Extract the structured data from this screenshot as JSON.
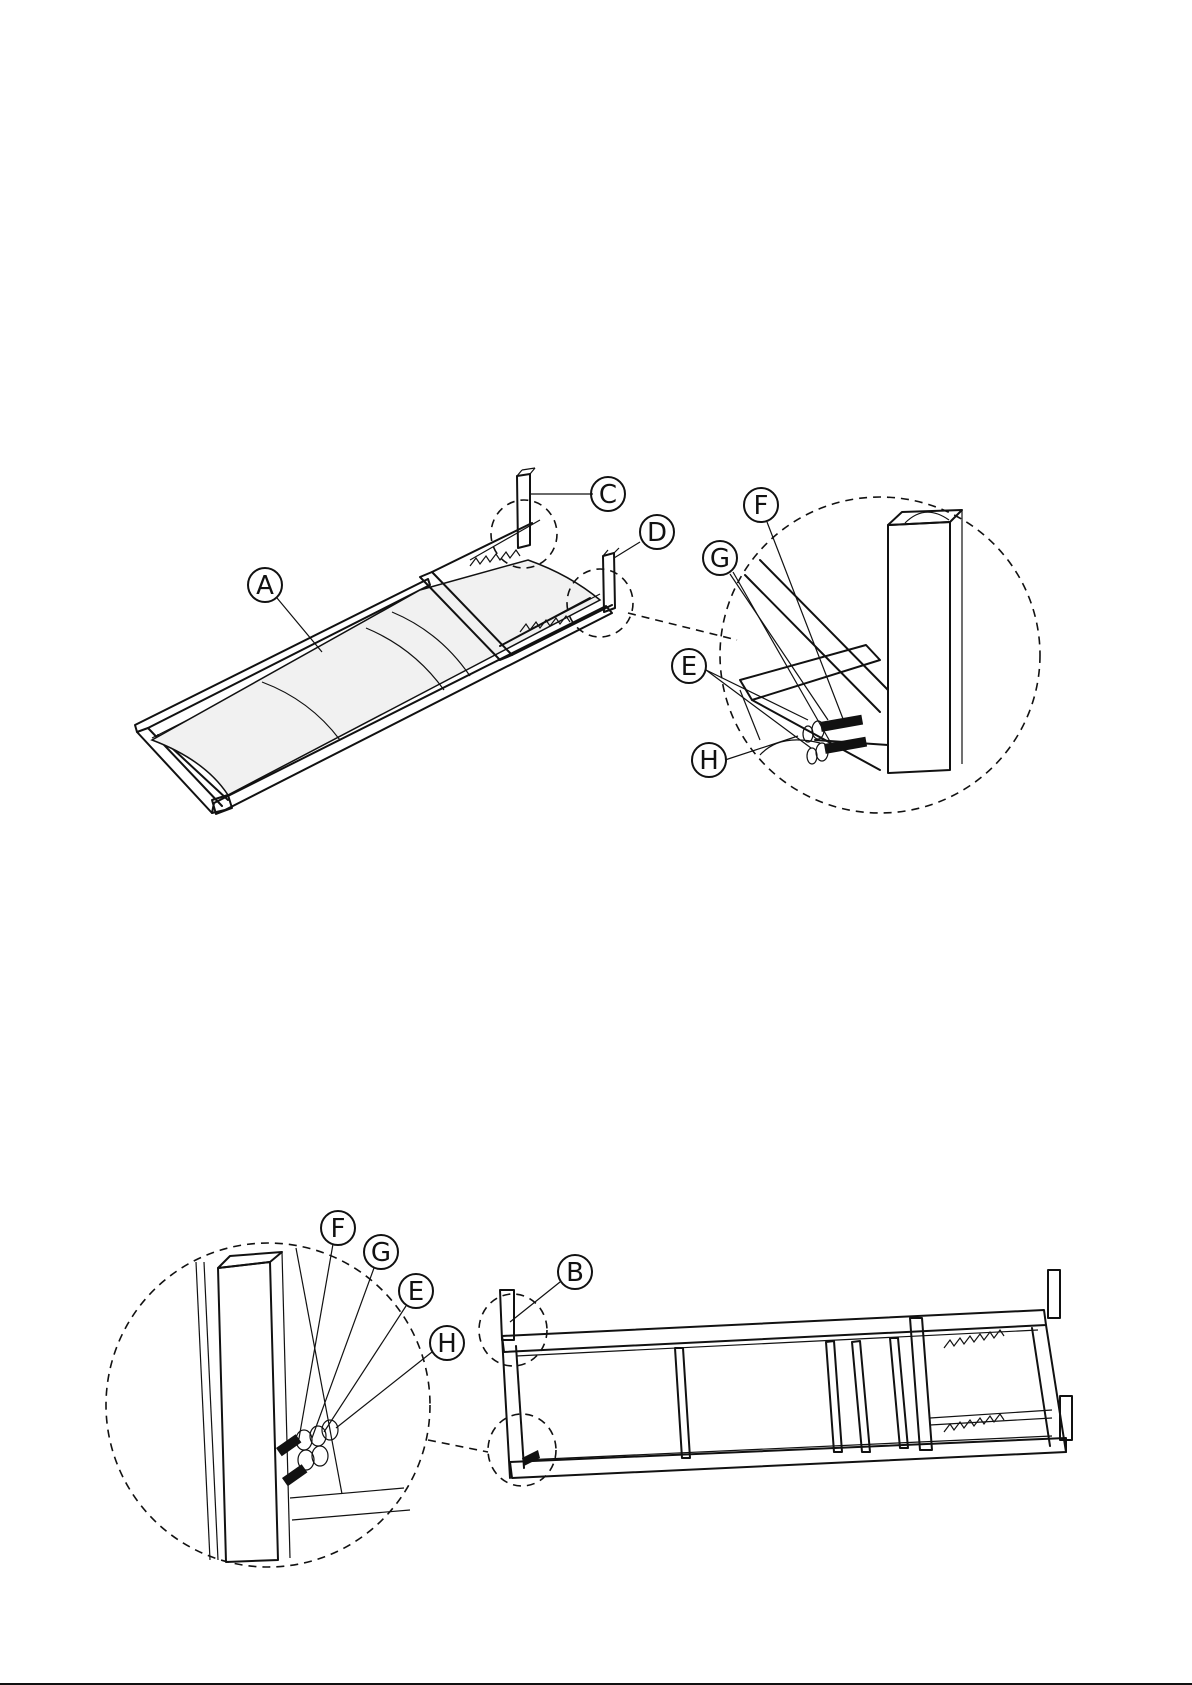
{
  "callouts": {
    "top": {
      "a": "A",
      "c": "C",
      "d": "D",
      "e": "E",
      "f": "F",
      "g": "G",
      "h": "H"
    },
    "bottom": {
      "b": "B",
      "e": "E",
      "f": "F",
      "g": "G",
      "h": "H"
    }
  },
  "colors": {
    "ink": "#111111",
    "paper": "#ffffff",
    "panel": "#f1f1f1"
  }
}
